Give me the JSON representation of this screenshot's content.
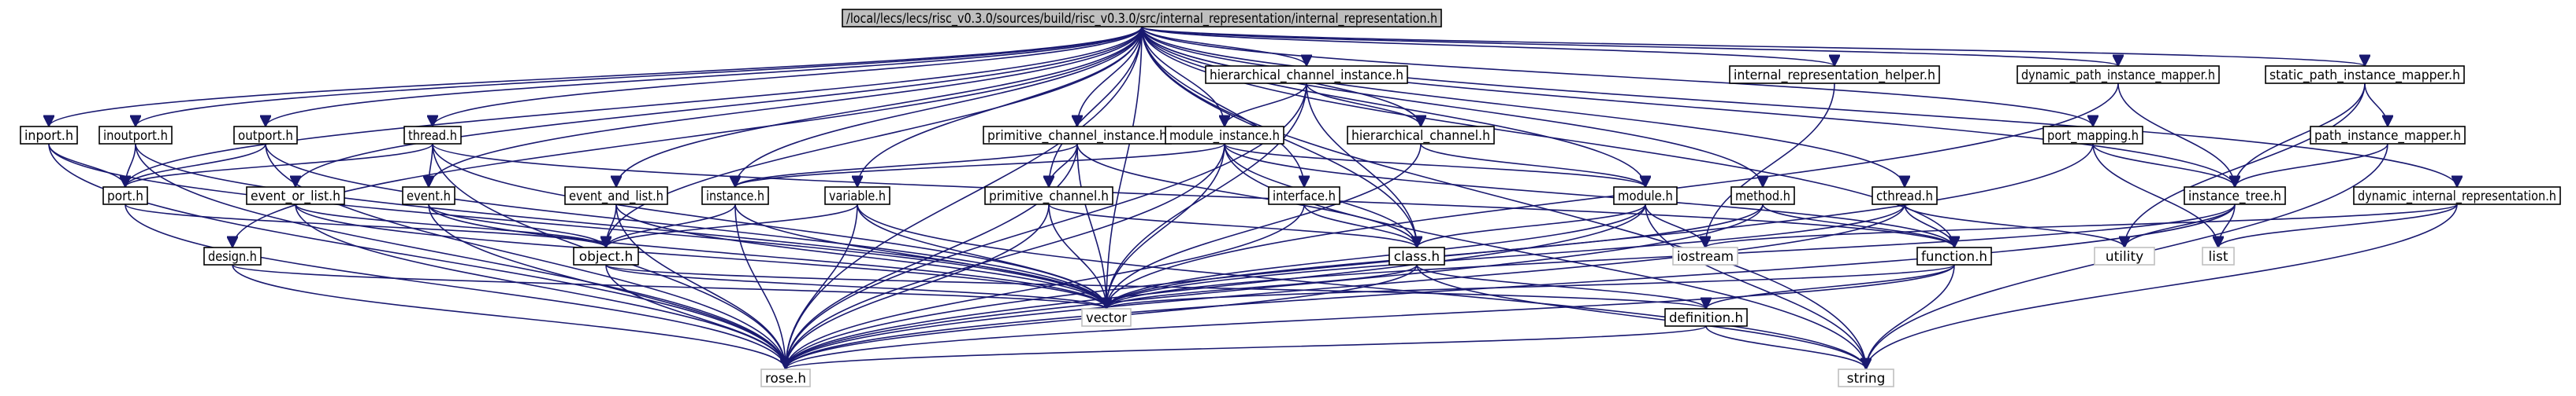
{
  "graph": {
    "root": "/local/lecs/lecs/risc_v0.3.0/sources/build/risc_v0.3.0/src/internal_representation/internal_representation.h",
    "edge_color": "#191970",
    "root_fill": "#bfbfbf",
    "external_stroke": "#bfbfbf",
    "nodes": [
      {
        "id": "root",
        "label": "/local/lecs/lecs/risc_v0.3.0/sources/build/risc_v0.3.0/src/internal_representation/internal_representation.h",
        "kind": "root"
      },
      {
        "id": "inport",
        "label": "inport.h",
        "kind": "file"
      },
      {
        "id": "inoutport",
        "label": "inoutport.h",
        "kind": "file"
      },
      {
        "id": "outport",
        "label": "outport.h",
        "kind": "file"
      },
      {
        "id": "thread",
        "label": "thread.h",
        "kind": "file"
      },
      {
        "id": "hci",
        "label": "hierarchical_channel_instance.h",
        "kind": "file"
      },
      {
        "id": "irh",
        "label": "internal_representation_helper.h",
        "kind": "file"
      },
      {
        "id": "dpim",
        "label": "dynamic_path_instance_mapper.h",
        "kind": "file"
      },
      {
        "id": "spim",
        "label": "static_path_instance_mapper.h",
        "kind": "file"
      },
      {
        "id": "pci",
        "label": "primitive_channel_instance.h",
        "kind": "file"
      },
      {
        "id": "mi",
        "label": "module_instance.h",
        "kind": "file"
      },
      {
        "id": "hc",
        "label": "hierarchical_channel.h",
        "kind": "file"
      },
      {
        "id": "pim",
        "label": "path_instance_mapper.h",
        "kind": "file"
      },
      {
        "id": "pm",
        "label": "port_mapping.h",
        "kind": "file"
      },
      {
        "id": "port",
        "label": "port.h",
        "kind": "file"
      },
      {
        "id": "event",
        "label": "event.h",
        "kind": "file"
      },
      {
        "id": "eol",
        "label": "event_or_list.h",
        "kind": "file"
      },
      {
        "id": "eal",
        "label": "event_and_list.h",
        "kind": "file"
      },
      {
        "id": "instance",
        "label": "instance.h",
        "kind": "file"
      },
      {
        "id": "variable",
        "label": "variable.h",
        "kind": "file"
      },
      {
        "id": "pc",
        "label": "primitive_channel.h",
        "kind": "file"
      },
      {
        "id": "interface",
        "label": "interface.h",
        "kind": "file"
      },
      {
        "id": "module",
        "label": "module.h",
        "kind": "file"
      },
      {
        "id": "method",
        "label": "method.h",
        "kind": "file"
      },
      {
        "id": "cthread",
        "label": "cthread.h",
        "kind": "file"
      },
      {
        "id": "it",
        "label": "instance_tree.h",
        "kind": "file"
      },
      {
        "id": "dir",
        "label": "dynamic_internal_representation.h",
        "kind": "file"
      },
      {
        "id": "design",
        "label": "design.h",
        "kind": "file"
      },
      {
        "id": "object",
        "label": "object.h",
        "kind": "file"
      },
      {
        "id": "class",
        "label": "class.h",
        "kind": "file"
      },
      {
        "id": "iostream",
        "label": "iostream",
        "kind": "external"
      },
      {
        "id": "function",
        "label": "function.h",
        "kind": "file"
      },
      {
        "id": "utility",
        "label": "utility",
        "kind": "external"
      },
      {
        "id": "list",
        "label": "list",
        "kind": "external"
      },
      {
        "id": "vector",
        "label": "vector",
        "kind": "external"
      },
      {
        "id": "definition",
        "label": "definition.h",
        "kind": "file"
      },
      {
        "id": "rose",
        "label": "rose.h",
        "kind": "external"
      },
      {
        "id": "string",
        "label": "string",
        "kind": "external"
      }
    ],
    "edges": [
      [
        "root",
        "inport"
      ],
      [
        "root",
        "inoutport"
      ],
      [
        "root",
        "outport"
      ],
      [
        "root",
        "thread"
      ],
      [
        "root",
        "hci"
      ],
      [
        "root",
        "irh"
      ],
      [
        "root",
        "dpim"
      ],
      [
        "root",
        "spim"
      ],
      [
        "root",
        "pci"
      ],
      [
        "root",
        "mi"
      ],
      [
        "root",
        "hc"
      ],
      [
        "root",
        "pm"
      ],
      [
        "root",
        "port"
      ],
      [
        "root",
        "event"
      ],
      [
        "root",
        "eol"
      ],
      [
        "root",
        "eal"
      ],
      [
        "root",
        "instance"
      ],
      [
        "root",
        "variable"
      ],
      [
        "root",
        "pc"
      ],
      [
        "root",
        "interface"
      ],
      [
        "root",
        "module"
      ],
      [
        "root",
        "method"
      ],
      [
        "root",
        "cthread"
      ],
      [
        "root",
        "it"
      ],
      [
        "root",
        "dir"
      ],
      [
        "root",
        "design"
      ],
      [
        "root",
        "object"
      ],
      [
        "root",
        "class"
      ],
      [
        "root",
        "function"
      ],
      [
        "root",
        "vector"
      ],
      [
        "root",
        "rose"
      ],
      [
        "root",
        "string"
      ],
      [
        "inport",
        "port"
      ],
      [
        "inport",
        "vector"
      ],
      [
        "inport",
        "rose"
      ],
      [
        "inoutport",
        "port"
      ],
      [
        "inoutport",
        "vector"
      ],
      [
        "inoutport",
        "rose"
      ],
      [
        "outport",
        "port"
      ],
      [
        "outport",
        "vector"
      ],
      [
        "outport",
        "rose"
      ],
      [
        "thread",
        "event"
      ],
      [
        "thread",
        "port"
      ],
      [
        "thread",
        "vector"
      ],
      [
        "thread",
        "rose"
      ],
      [
        "thread",
        "function"
      ],
      [
        "hci",
        "mi"
      ],
      [
        "hci",
        "hc"
      ],
      [
        "hci",
        "class"
      ],
      [
        "hci",
        "vector"
      ],
      [
        "hci",
        "rose"
      ],
      [
        "irh",
        "iostream"
      ],
      [
        "dpim",
        "it"
      ],
      [
        "dpim",
        "vector"
      ],
      [
        "spim",
        "pim"
      ],
      [
        "spim",
        "it"
      ],
      [
        "spim",
        "utility"
      ],
      [
        "pim",
        "it"
      ],
      [
        "pim",
        "string"
      ],
      [
        "pci",
        "pc"
      ],
      [
        "pci",
        "instance"
      ],
      [
        "pci",
        "vector"
      ],
      [
        "pci",
        "rose"
      ],
      [
        "pci",
        "class"
      ],
      [
        "mi",
        "instance"
      ],
      [
        "mi",
        "module"
      ],
      [
        "mi",
        "class"
      ],
      [
        "mi",
        "vector"
      ],
      [
        "mi",
        "rose"
      ],
      [
        "mi",
        "string"
      ],
      [
        "mi",
        "function"
      ],
      [
        "hc",
        "module"
      ],
      [
        "hc",
        "vector"
      ],
      [
        "pm",
        "it"
      ],
      [
        "pm",
        "list"
      ],
      [
        "pm",
        "rose"
      ],
      [
        "port",
        "object"
      ],
      [
        "port",
        "rose"
      ],
      [
        "event",
        "object"
      ],
      [
        "event",
        "vector"
      ],
      [
        "event",
        "rose"
      ],
      [
        "eol",
        "object"
      ],
      [
        "eol",
        "vector"
      ],
      [
        "eol",
        "rose"
      ],
      [
        "eal",
        "object"
      ],
      [
        "eal",
        "vector"
      ],
      [
        "eal",
        "rose"
      ],
      [
        "instance",
        "object"
      ],
      [
        "instance",
        "rose"
      ],
      [
        "instance",
        "vector"
      ],
      [
        "variable",
        "object"
      ],
      [
        "variable",
        "vector"
      ],
      [
        "variable",
        "rose"
      ],
      [
        "variable",
        "string"
      ],
      [
        "pc",
        "class"
      ],
      [
        "pc",
        "vector"
      ],
      [
        "pc",
        "rose"
      ],
      [
        "interface",
        "class"
      ],
      [
        "interface",
        "rose"
      ],
      [
        "module",
        "class"
      ],
      [
        "module",
        "vector"
      ],
      [
        "module",
        "rose"
      ],
      [
        "module",
        "string"
      ],
      [
        "module",
        "iostream"
      ],
      [
        "method",
        "function"
      ],
      [
        "method",
        "vector"
      ],
      [
        "method",
        "rose"
      ],
      [
        "cthread",
        "function"
      ],
      [
        "cthread",
        "vector"
      ],
      [
        "cthread",
        "rose"
      ],
      [
        "cthread",
        "utility"
      ],
      [
        "it",
        "utility"
      ],
      [
        "it",
        "list"
      ],
      [
        "it",
        "vector"
      ],
      [
        "it",
        "rose"
      ],
      [
        "dir",
        "list"
      ],
      [
        "dir",
        "iostream"
      ],
      [
        "dir",
        "string"
      ],
      [
        "design",
        "vector"
      ],
      [
        "design",
        "rose"
      ],
      [
        "object",
        "vector"
      ],
      [
        "object",
        "rose"
      ],
      [
        "object",
        "definition"
      ],
      [
        "class",
        "definition"
      ],
      [
        "class",
        "vector"
      ],
      [
        "class",
        "rose"
      ],
      [
        "class",
        "string"
      ],
      [
        "function",
        "definition"
      ],
      [
        "function",
        "vector"
      ],
      [
        "function",
        "rose"
      ],
      [
        "function",
        "string"
      ],
      [
        "definition",
        "rose"
      ],
      [
        "definition",
        "string"
      ]
    ]
  }
}
